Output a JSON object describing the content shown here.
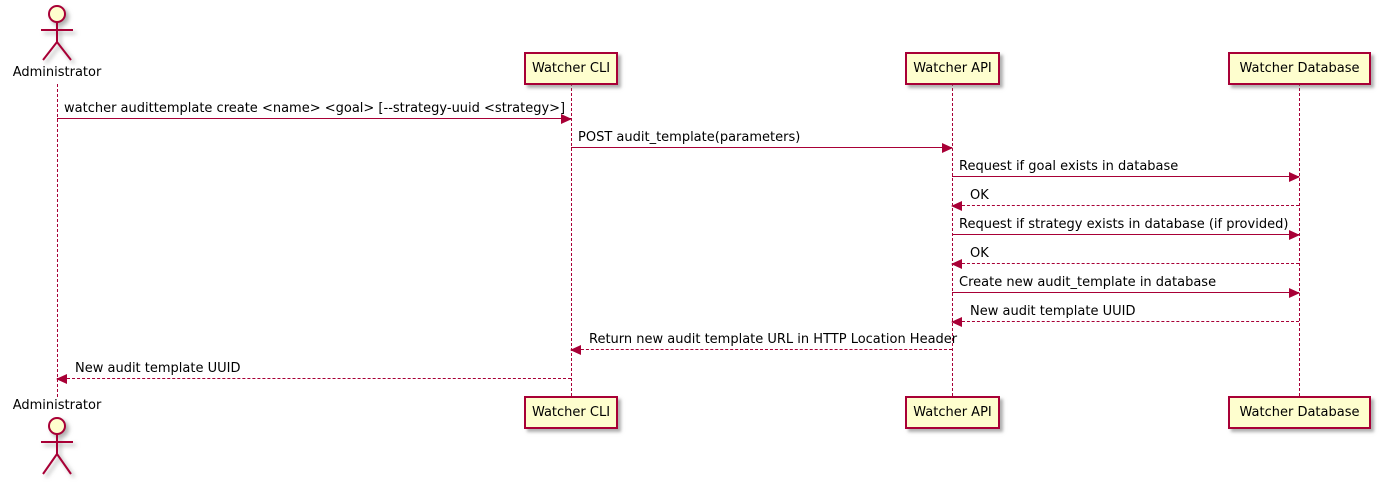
{
  "diagram": {
    "type": "plantuml-sequence",
    "colors": {
      "participant_fill": "#FEFECE",
      "participant_border": "#A80036",
      "line_color": "#A80036",
      "text_color": "#000000"
    },
    "actor": {
      "label": "Administrator"
    },
    "participants": [
      {
        "label": "Watcher CLI"
      },
      {
        "label": "Watcher API"
      },
      {
        "label": "Watcher Database"
      }
    ],
    "messages": [
      {
        "from": "Administrator",
        "to": "Watcher CLI",
        "style": "solid",
        "text": "watcher audittemplate create <name> <goal> [--strategy-uuid <strategy>]"
      },
      {
        "from": "Watcher CLI",
        "to": "Watcher API",
        "style": "solid",
        "text": "POST audit_template(parameters)"
      },
      {
        "from": "Watcher API",
        "to": "Watcher Database",
        "style": "solid",
        "text": "Request if goal exists in database"
      },
      {
        "from": "Watcher Database",
        "to": "Watcher API",
        "style": "dashed",
        "text": "OK"
      },
      {
        "from": "Watcher API",
        "to": "Watcher Database",
        "style": "solid",
        "text": "Request if strategy exists in database (if provided)"
      },
      {
        "from": "Watcher Database",
        "to": "Watcher API",
        "style": "dashed",
        "text": "OK"
      },
      {
        "from": "Watcher API",
        "to": "Watcher Database",
        "style": "solid",
        "text": "Create new audit_template in database"
      },
      {
        "from": "Watcher Database",
        "to": "Watcher API",
        "style": "dashed",
        "text": "New audit template UUID"
      },
      {
        "from": "Watcher API",
        "to": "Watcher CLI",
        "style": "dashed",
        "text": "Return new audit template URL in HTTP Location Header"
      },
      {
        "from": "Watcher CLI",
        "to": "Administrator",
        "style": "dashed",
        "text": "New audit template UUID"
      }
    ]
  }
}
